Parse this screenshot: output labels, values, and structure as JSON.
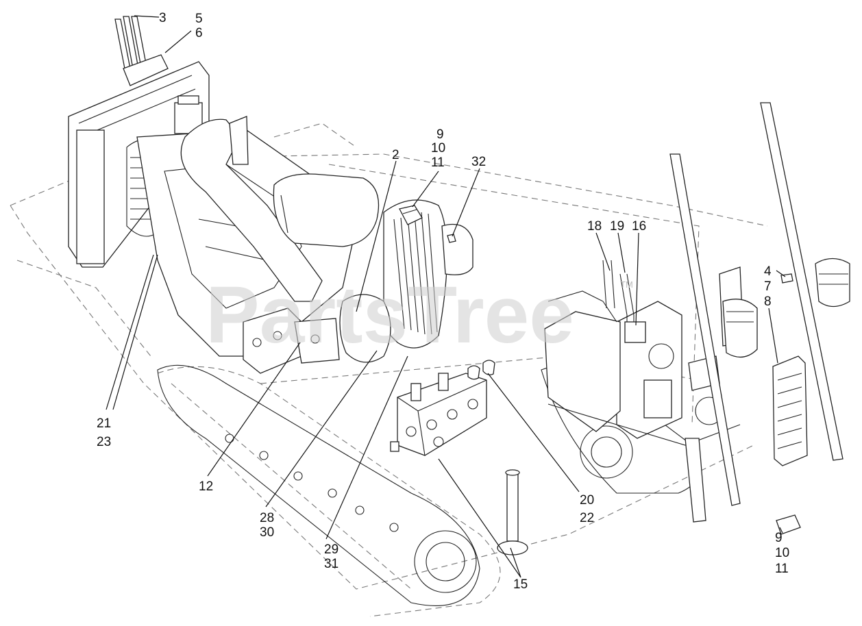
{
  "watermark": {
    "text": "PartsTree",
    "tm": "TM"
  },
  "callouts": [
    {
      "id": "c3",
      "text": "3"
    },
    {
      "id": "c5",
      "text": "5"
    },
    {
      "id": "c6",
      "text": "6"
    },
    {
      "id": "c9a",
      "text": "9"
    },
    {
      "id": "c10a",
      "text": "10"
    },
    {
      "id": "c11a",
      "text": "11"
    },
    {
      "id": "c2",
      "text": "2"
    },
    {
      "id": "c32",
      "text": "32"
    },
    {
      "id": "c18",
      "text": "18"
    },
    {
      "id": "c19",
      "text": "19"
    },
    {
      "id": "c16",
      "text": "16"
    },
    {
      "id": "c4",
      "text": "4"
    },
    {
      "id": "c7",
      "text": "7"
    },
    {
      "id": "c8",
      "text": "8"
    },
    {
      "id": "c21",
      "text": "21"
    },
    {
      "id": "c23",
      "text": "23"
    },
    {
      "id": "c12",
      "text": "12"
    },
    {
      "id": "c28",
      "text": "28"
    },
    {
      "id": "c30",
      "text": "30"
    },
    {
      "id": "c29",
      "text": "29"
    },
    {
      "id": "c31",
      "text": "31"
    },
    {
      "id": "c15",
      "text": "15"
    },
    {
      "id": "c20",
      "text": "20"
    },
    {
      "id": "c22",
      "text": "22"
    },
    {
      "id": "c9b",
      "text": "9"
    },
    {
      "id": "c10b",
      "text": "10"
    },
    {
      "id": "c11b",
      "text": "11"
    }
  ]
}
